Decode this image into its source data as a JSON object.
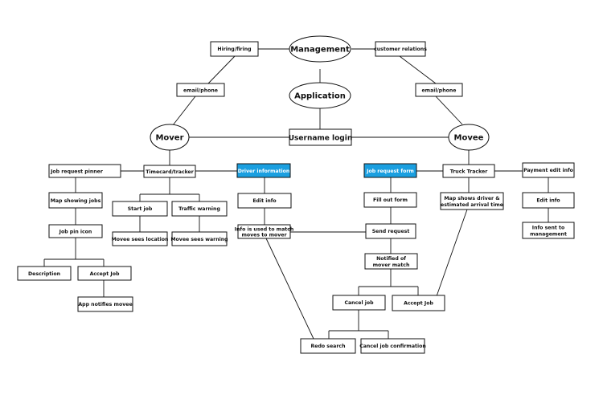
{
  "nodes": {
    "management": "Management",
    "application": "Application",
    "username_login": "Username login",
    "mover": "Mover",
    "movee": "Movee",
    "hiring_firing": "Hiring/firing",
    "customer_relations": "customer relations",
    "email_phone_left": "email/phone",
    "email_phone_right": "email/phone",
    "job_request_pinner": "Job request pinner",
    "timecard_tracker": "Timecard/tracker",
    "driver_information": "Driver information",
    "job_request_form": "Job request form",
    "truck_tracker": "Truck Tracker",
    "payment_edit_info": "Payment edit info",
    "map_showing_jobs": "Map showing jobs",
    "start_job": "Start job",
    "traffic_warning": "Traffic warning",
    "edit_info_driver": "Edit info",
    "fill_out_form": "Fill out form",
    "map_shows_driver": [
      "Map shows driver &",
      "estimated arrival time"
    ],
    "edit_info_payment": "Edit info",
    "job_pin_icon": "Job pin icon",
    "movee_sees_location": "Movee sees location",
    "movee_sees_warning": "Movee sees warning",
    "info_used_to_match": [
      "Info is used to match",
      "moves to mover"
    ],
    "send_request": "Send request",
    "info_sent_to_management": [
      "Info sent to",
      "management"
    ],
    "notified_of_mover_match": [
      "Notified of",
      "mover match"
    ],
    "description": "Description",
    "accept_job_left": "Accept Job",
    "app_notifies_movee": "App notifies movee",
    "cancel_job": "Cancel job",
    "accept_job_right": "Accept Job",
    "redo_search": "Redo search",
    "cancel_job_confirmation": "Cancel job confirmation"
  },
  "highlight_color": "#1a9fe0"
}
